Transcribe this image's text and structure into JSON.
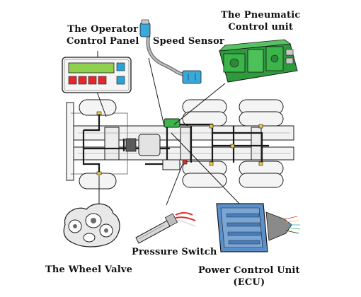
{
  "labels": {
    "operator_panel": [
      "The Operator",
      "Control Panel"
    ],
    "speed_sensor": "Speed Sensor",
    "pneumatic_unit": [
      "The Pneumatic",
      "Control unit"
    ],
    "pressure_switch": "Pressure Switch",
    "wheel_valve": "The Wheel Valve",
    "power_control_unit": [
      "Power Control Unit",
      "(ECU)"
    ]
  },
  "colors": {
    "line": "#1a1a1a",
    "panel_display": "#8fd14f",
    "panel_button_red": "#e5262b",
    "panel_button_blue": "#2aa3d8",
    "pneumatic_green": "#3bb54a",
    "sensor_blue": "#39a9dc",
    "ecu_blue": "#5b8fc9",
    "pressure_switch_red": "#d9302b",
    "component_yellow": "#f2c744",
    "chassis_gray": "#e6e6e6"
  }
}
